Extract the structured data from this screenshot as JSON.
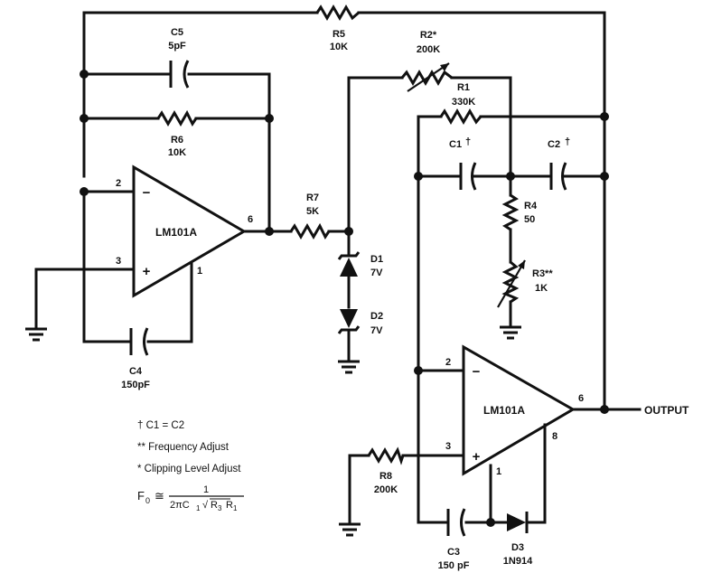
{
  "components": {
    "r5": {
      "name": "R5",
      "value": "10K"
    },
    "c5": {
      "name": "C5",
      "value": "5pF"
    },
    "r6": {
      "name": "R6",
      "value": "10K"
    },
    "r2": {
      "name": "R2*",
      "value": "200K"
    },
    "r1": {
      "name": "R1",
      "value": "330K"
    },
    "c1": {
      "name": "C1",
      "mark": "†"
    },
    "c2": {
      "name": "C2",
      "mark": "†"
    },
    "r4": {
      "name": "R4",
      "value": "50"
    },
    "r3": {
      "name": "R3**",
      "value": "1K"
    },
    "r7": {
      "name": "R7",
      "value": "5K"
    },
    "d1": {
      "name": "D1",
      "value": "7V"
    },
    "d2": {
      "name": "D2",
      "value": "7V"
    },
    "c4": {
      "name": "C4",
      "value": "150pF"
    },
    "r8": {
      "name": "R8",
      "value": "200K"
    },
    "c3": {
      "name": "C3",
      "value": "150 pF"
    },
    "d3": {
      "name": "D3",
      "value": "1N914"
    }
  },
  "opamps": {
    "u1": {
      "label": "LM101A",
      "pins": {
        "inv": "2",
        "noninv": "3",
        "out": "6",
        "comp": "1"
      },
      "signs": {
        "minus": "−",
        "plus": "+"
      }
    },
    "u2": {
      "label": "LM101A",
      "pins": {
        "inv": "2",
        "noninv": "3",
        "out": "6",
        "comp1": "1",
        "comp8": "8"
      },
      "signs": {
        "minus": "−",
        "plus": "+"
      }
    }
  },
  "output_label": "OUTPUT",
  "notes": {
    "c_equal": "† C1 = C2",
    "freq_adjust": "** Frequency Adjust",
    "clip_adjust": "* Clipping Level Adjust",
    "formula_lhs": "F",
    "formula_sub": "0",
    "formula_approx": "≅",
    "formula_num": "1",
    "formula_den_a": "2πC",
    "formula_den_a_sub": "1",
    "formula_den_root": "√",
    "formula_den_r3": "R",
    "formula_den_r3_sub": "3",
    "formula_den_r1": "R",
    "formula_den_r1_sub": "1"
  }
}
